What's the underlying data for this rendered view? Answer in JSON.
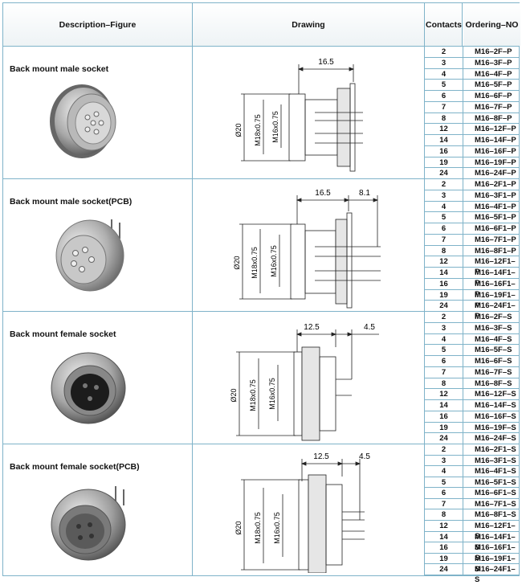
{
  "header": {
    "description_figure": "Description–Figure",
    "drawing": "Drawing",
    "contacts": "Contacts",
    "ordering_no": "Ordering–NO"
  },
  "sections": [
    {
      "description": "Back mount male socket",
      "dims": {
        "length": "16.5",
        "diameter": "Ø20",
        "thread1": "M18x0.75",
        "thread2": "M16x0.75"
      },
      "rows": [
        {
          "contacts": "2",
          "ordering": "M16–2F–P"
        },
        {
          "contacts": "3",
          "ordering": "M16–3F–P"
        },
        {
          "contacts": "4",
          "ordering": "M16–4F–P"
        },
        {
          "contacts": "5",
          "ordering": "M16–5F–P"
        },
        {
          "contacts": "6",
          "ordering": "M16–6F–P"
        },
        {
          "contacts": "7",
          "ordering": "M16–7F–P"
        },
        {
          "contacts": "8",
          "ordering": "M16–8F–P"
        },
        {
          "contacts": "12",
          "ordering": "M16–12F–P"
        },
        {
          "contacts": "14",
          "ordering": "M16–14F–P"
        },
        {
          "contacts": "16",
          "ordering": "M16–16F–P"
        },
        {
          "contacts": "19",
          "ordering": "M16–19F–P"
        },
        {
          "contacts": "24",
          "ordering": "M16–24F–P"
        }
      ]
    },
    {
      "description": "Back mount male socket(PCB)",
      "dims": {
        "length": "16.5",
        "pin": "8.1",
        "diameter": "Ø20",
        "thread1": "M18x0.75",
        "thread2": "M16x0.75"
      },
      "rows": [
        {
          "contacts": "2",
          "ordering": "M16–2F1–P"
        },
        {
          "contacts": "3",
          "ordering": "M16–3F1–P"
        },
        {
          "contacts": "4",
          "ordering": "M16–4F1–P"
        },
        {
          "contacts": "5",
          "ordering": "M16–5F1–P"
        },
        {
          "contacts": "6",
          "ordering": "M16–6F1–P"
        },
        {
          "contacts": "7",
          "ordering": "M16–7F1–P"
        },
        {
          "contacts": "8",
          "ordering": "M16–8F1–P"
        },
        {
          "contacts": "12",
          "ordering": "M16–12F1–P"
        },
        {
          "contacts": "14",
          "ordering": "M16–14F1–P"
        },
        {
          "contacts": "16",
          "ordering": "M16–16F1–P"
        },
        {
          "contacts": "19",
          "ordering": "M16–19F1–P"
        },
        {
          "contacts": "24",
          "ordering": "M16–24F1–P"
        }
      ]
    },
    {
      "description": "Back mount female socket",
      "dims": {
        "length": "12.5",
        "pin": "4.5",
        "diameter": "Ø20",
        "thread1": "M18x0.75",
        "thread2": "M16x0.75"
      },
      "rows": [
        {
          "contacts": "2",
          "ordering": "M16–2F–S"
        },
        {
          "contacts": "3",
          "ordering": "M16–3F–S"
        },
        {
          "contacts": "4",
          "ordering": "M16–4F–S"
        },
        {
          "contacts": "5",
          "ordering": "M16–5F–S"
        },
        {
          "contacts": "6",
          "ordering": "M16–6F–S"
        },
        {
          "contacts": "7",
          "ordering": "M16–7F–S"
        },
        {
          "contacts": "8",
          "ordering": "M16–8F–S"
        },
        {
          "contacts": "12",
          "ordering": "M16–12F–S"
        },
        {
          "contacts": "14",
          "ordering": "M16–14F–S"
        },
        {
          "contacts": "16",
          "ordering": "M16–16F–S"
        },
        {
          "contacts": "19",
          "ordering": "M16–19F–S"
        },
        {
          "contacts": "24",
          "ordering": "M16–24F–S"
        }
      ]
    },
    {
      "description": "Back mount female socket(PCB)",
      "dims": {
        "length": "12.5",
        "pin": "4.5",
        "diameter": "Ø20",
        "thread1": "M18x0.75",
        "thread2": "M16x0.75"
      },
      "rows": [
        {
          "contacts": "2",
          "ordering": "M16–2F1–S"
        },
        {
          "contacts": "3",
          "ordering": "M16–3F1–S"
        },
        {
          "contacts": "4",
          "ordering": "M16–4F1–S"
        },
        {
          "contacts": "5",
          "ordering": "M16–5F1–S"
        },
        {
          "contacts": "6",
          "ordering": "M16–6F1–S"
        },
        {
          "contacts": "7",
          "ordering": "M16–7F1–S"
        },
        {
          "contacts": "8",
          "ordering": "M16–8F1–S"
        },
        {
          "contacts": "12",
          "ordering": "M16–12F1–S"
        },
        {
          "contacts": "14",
          "ordering": "M16–14F1–S"
        },
        {
          "contacts": "16",
          "ordering": "M16–16F1–S"
        },
        {
          "contacts": "19",
          "ordering": "M16–19F1–S"
        },
        {
          "contacts": "24",
          "ordering": "M16–24F1–S"
        }
      ]
    }
  ]
}
